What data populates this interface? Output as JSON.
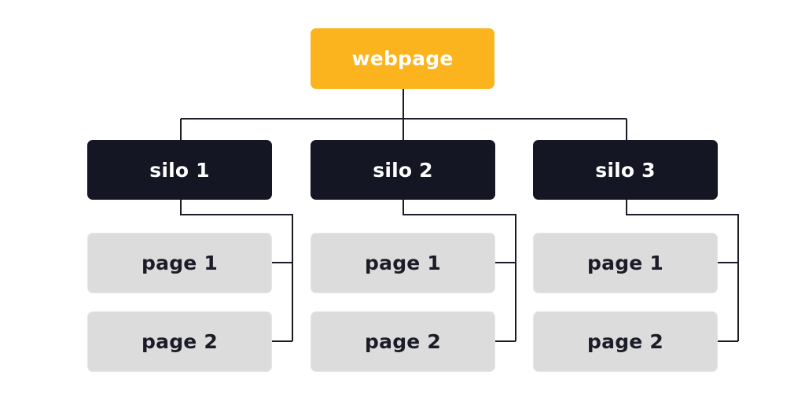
{
  "root": {
    "label": "webpage"
  },
  "silos": [
    {
      "label": "silo 1",
      "pages": [
        {
          "label": "page 1"
        },
        {
          "label": "page 2"
        }
      ]
    },
    {
      "label": "silo 2",
      "pages": [
        {
          "label": "page 1"
        },
        {
          "label": "page 2"
        }
      ]
    },
    {
      "label": "silo 3",
      "pages": [
        {
          "label": "page 1"
        },
        {
          "label": "page 2"
        }
      ]
    }
  ],
  "colors": {
    "root_fill": "#fbb41d",
    "silo_fill": "#141623",
    "page_fill": "#dcdcdc",
    "connector": "#1b1c27"
  }
}
